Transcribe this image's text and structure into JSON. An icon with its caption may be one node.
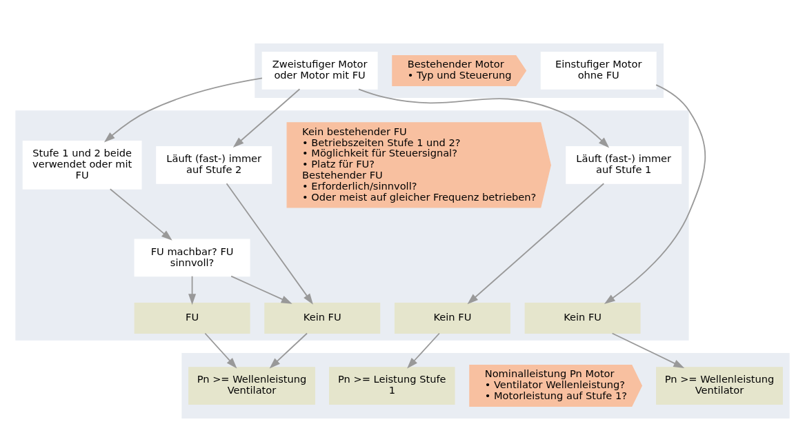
{
  "diagram": {
    "nodes": [
      {
        "text": [],
        "shape": "band"
      },
      {
        "text": [
          "Bestehender Motor",
          "• Typ und Steuerung"
        ],
        "in": 0
      },
      {
        "text": [
          "Einstufiger Motor ohne FU"
        ],
        "in": 0
      },
      {
        "text": [
          "Zweistufiger Motor oder Motor mit FU"
        ],
        "in": 0
      },
      {
        "text": [],
        "shape": "band"
      },
      {
        "text": [
          "Kein bestehender FU",
          "• Betriebszeiten Stufe 1 und 2?",
          "• Möglichkeit für Steuersignal?",
          "• Platz für FU?",
          "Bestehender FU",
          "• Erforderlich/sinnvoll?",
          "• Oder meist auf gleicher Frequenz betrieben?"
        ],
        "in": 4
      },
      {
        "text": [
          "Läuft (fast-) immer auf Stufe 1"
        ],
        "in": 4
      },
      {
        "text": [
          "Läuft (fast-) immer auf Stufe 2"
        ],
        "in": 4
      },
      {
        "text": [
          "Stufe 1 und 2 beide verwendet oder mit FU"
        ],
        "in": 4
      },
      {
        "text": [
          "FU machbar? FU sinnvoll?"
        ],
        "in": 4
      },
      {
        "text": [
          "Kein FU"
        ],
        "in": 4
      },
      {
        "text": [
          "Kein FU"
        ],
        "in": 4
      },
      {
        "text": [
          "Kein FU"
        ],
        "in": 4
      },
      {
        "text": [
          "FU"
        ],
        "in": 4
      },
      {
        "text": [],
        "shape": "band"
      },
      {
        "text": [
          "Nominalleistung Pn Motor",
          "• Ventilator Wellenleistung?",
          "• Motorleistung auf Stufe 1?"
        ],
        "in": 14
      },
      {
        "text": [
          "Pn >= Wellenleistung Ventilator"
        ],
        "in": 14
      },
      {
        "text": [
          "Pn >= Leistung Stufe 1"
        ],
        "in": 14
      },
      {
        "text": [
          "Pn >= Wellenleistung Ventilator"
        ],
        "in": 14
      }
    ],
    "edges": [
      {
        "from": 2,
        "to": 10,
        "arrow": "to"
      },
      {
        "from": 3,
        "to": 6,
        "arrow": "to"
      },
      {
        "from": 3,
        "to": 7,
        "arrow": "to"
      },
      {
        "from": 3,
        "to": 8,
        "arrow": "to"
      },
      {
        "from": 6,
        "to": 11,
        "arrow": "to"
      },
      {
        "from": 7,
        "to": 12,
        "arrow": "to"
      },
      {
        "from": 8,
        "to": 9,
        "arrow": "to"
      },
      {
        "from": 9,
        "to": 12,
        "arrow": "to"
      },
      {
        "from": 9,
        "to": 13,
        "arrow": "to"
      },
      {
        "from": 10,
        "to": 16,
        "arrow": "to"
      },
      {
        "from": 11,
        "to": 17,
        "arrow": "to"
      },
      {
        "from": 12,
        "to": 18,
        "arrow": "to"
      },
      {
        "from": 13,
        "to": 18,
        "arrow": "to"
      }
    ]
  }
}
